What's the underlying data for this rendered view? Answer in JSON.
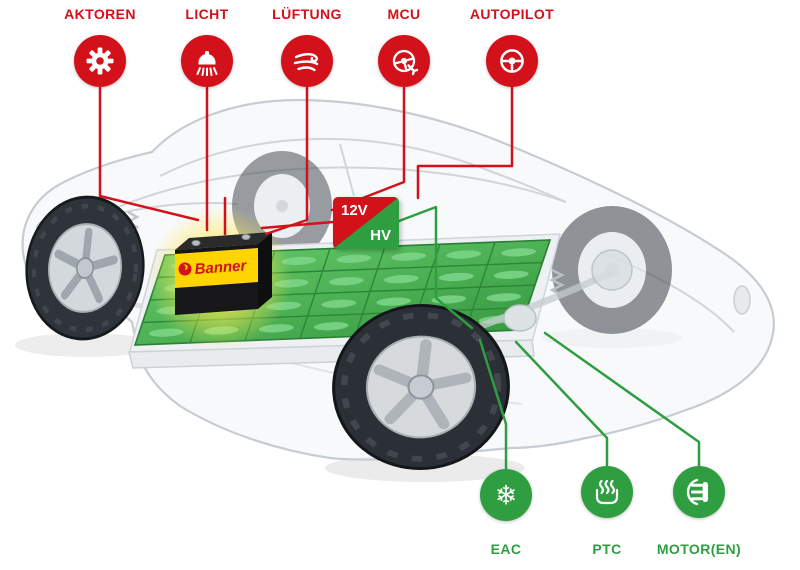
{
  "colors": {
    "red": "#d2111b",
    "green": "#2f9e41",
    "yellow": "#ffd400"
  },
  "top_icons": [
    {
      "label": "AKTOREN",
      "icon": "gear-icon"
    },
    {
      "label": "LICHT",
      "icon": "light-rays-icon"
    },
    {
      "label": "LÜFTUNG",
      "icon": "airflow-icon"
    },
    {
      "label": "MCU",
      "icon": "steering-wrench-icon"
    },
    {
      "label": "AUTOPILOT",
      "icon": "steering-wheel-icon"
    }
  ],
  "bottom_icons": [
    {
      "label": "EAC",
      "icon": "snowflake-icon"
    },
    {
      "label": "PTC",
      "icon": "heater-icon"
    },
    {
      "label": "MOTOR(EN)",
      "icon": "e-motor-icon"
    }
  ],
  "voltage_badge": {
    "top": "12V",
    "bottom": "HV"
  },
  "battery": {
    "brand": "Banner"
  }
}
